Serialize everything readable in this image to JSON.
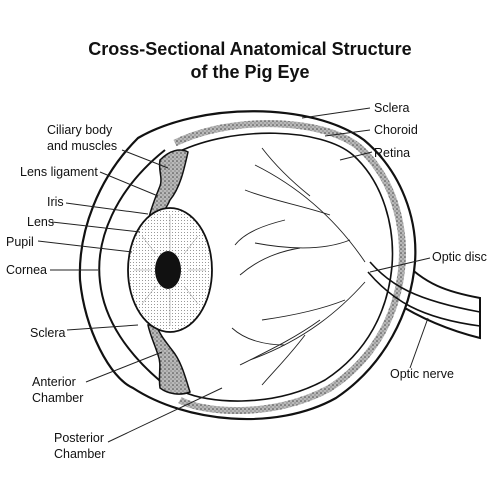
{
  "title": {
    "line1": "Cross-Sectional Anatomical Structure",
    "line2": "of the Pig Eye"
  },
  "labels": {
    "ciliary_line1": "Ciliary body",
    "ciliary_line2": "and muscles",
    "lens_ligament": "Lens ligament",
    "iris": "Iris",
    "lens": "Lens",
    "pupil": "Pupil",
    "cornea": "Cornea",
    "sclera_left": "Sclera",
    "anterior_line1": "Anterior",
    "anterior_line2": "Chamber",
    "posterior_line1": "Posterior",
    "posterior_line2": "Chamber",
    "sclera_right": "Sclera",
    "choroid": "Choroid",
    "retina": "Retina",
    "optic_disc": "Optic disc",
    "optic_nerve": "Optic nerve"
  }
}
